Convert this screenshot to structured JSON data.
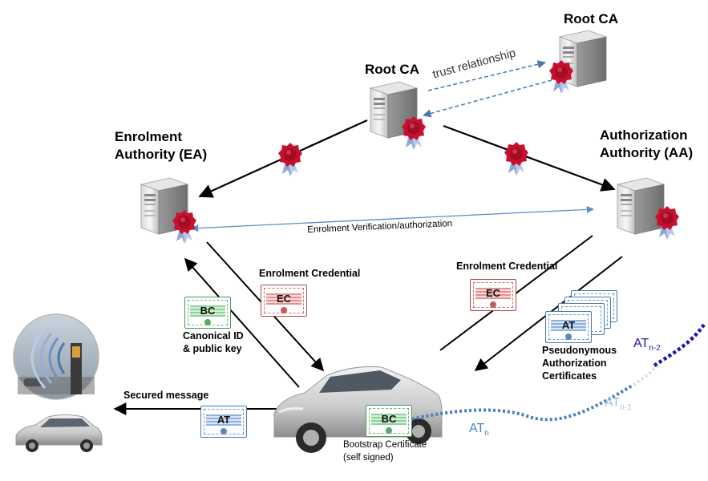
{
  "nodes": {
    "root_ca_main": "Root CA",
    "root_ca_other": "Root CA",
    "ea_line1": "Enrolment",
    "ea_line2": "Authority (EA)",
    "aa_line1": "Authorization",
    "aa_line2": "Authority (AA)"
  },
  "edges": {
    "trust": "trust relationship",
    "verification": "Enrolment Verification/authorization",
    "enrolment_credential_left": "Enrolment Credential",
    "enrolment_credential_right": "Enrolment Credential",
    "canonical_line1": "Canonical ID",
    "canonical_line2": "& public key",
    "pseudo_line1": "Pseudonymous",
    "pseudo_line2": "Authorization",
    "pseudo_line3": "Certificates",
    "secured_message": "Secured message",
    "bootstrap_line1": "Bootstrap Certificate",
    "bootstrap_line2": "(self signed)"
  },
  "certificates": {
    "bc_left": "BC",
    "ec_left": "EC",
    "ec_right": "EC",
    "at_stack": "AT",
    "at_message": "AT",
    "bc_car": "BC"
  },
  "tickets": {
    "at_n": "AT",
    "at_n_sub": "n",
    "at_n1": "AT",
    "at_n1_sub": "n-1",
    "at_n2": "AT",
    "at_n2_sub": "n-2"
  },
  "colors": {
    "trust_arrow": "#4a78b0",
    "verification_arrow": "#5a8cc8",
    "seal_red": "#c8102e",
    "at_n": "#4a7fc0",
    "at_n1": "#9fc0e0",
    "at_n2": "#1a1ab0"
  },
  "icons": [
    "server-icon",
    "seal-icon",
    "car-icon",
    "roadside-unit-icon",
    "certificate-icon"
  ]
}
